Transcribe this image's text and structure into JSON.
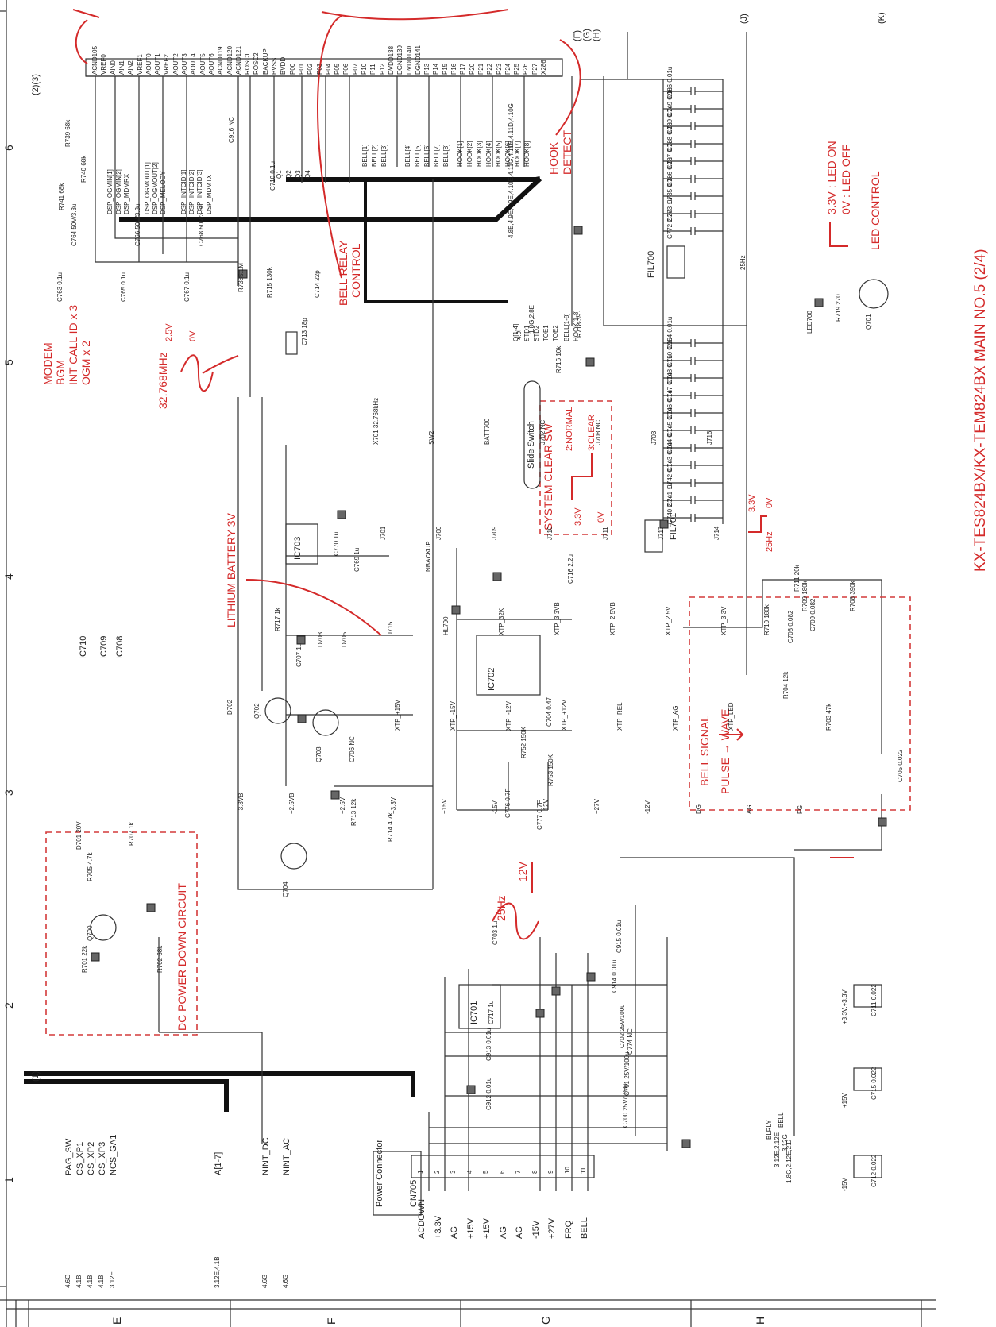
{
  "title": "KX-TES824BX/KX-TEM824BX MAIN NO.5 (2/4)",
  "grid": {
    "columns": [
      "1",
      "2",
      "3",
      "4",
      "5",
      "6"
    ],
    "rows": [
      "E",
      "F",
      "G",
      "H"
    ],
    "connectors": [
      "(1)",
      "(2)(3)",
      "(F)",
      "(G)",
      "(H)",
      "(J)",
      "(K)"
    ]
  },
  "annotations": {
    "modem": [
      "MODEM",
      "BGM",
      "INT CALL ID x 3",
      "OGM x 2"
    ],
    "bell_relay": [
      "BELL RELAY",
      "CONTROL"
    ],
    "hook_detect": [
      "HOOK",
      "DETECT"
    ],
    "crystal_freq": "32.768MHz",
    "crystal_levels": [
      "2.5V",
      "0V"
    ],
    "lithium": "LITHIUM BATTERY 3V",
    "system_clear": "SYSTEM CLEAR SW",
    "system_clear_levels": [
      "3.3V",
      "0V"
    ],
    "system_clear_modes": [
      "2:NORMAL",
      "3:CLEAR"
    ],
    "slide_switch": "Slide Switch",
    "led_on": "3.3V : LED ON",
    "led_off": "0V : LED OFF",
    "led_control": "LED CONTROL",
    "hz_levels": [
      "3.3V",
      "0V",
      "25Hz"
    ],
    "bell_signal": "BELL SIGNAL",
    "pulse_wave": "PULSE → WAVE",
    "dc_power_down": "DC POWER DOWN CIRCUIT",
    "ring_25hz": "25Hz",
    "ring_12v": "12V",
    "power_connector": "Power Connector"
  },
  "left_signals": {
    "names": [
      "PAG_SW",
      "CS_XP1",
      "CS_XP2",
      "CS_XP3",
      "NCS_GA1",
      "A[1-7]",
      "NINT_DC",
      "NINT_AC"
    ],
    "refs": [
      "4.6G",
      "4.1B",
      "4.1B",
      "4.1B",
      "3.12E",
      "3.12E,4.1B",
      "4.6G",
      "4.6G"
    ]
  },
  "connector_cn705": {
    "name": "CN705",
    "pins": [
      "ACDOWN",
      "+3.3V",
      "AG",
      "+15V",
      "+15V",
      "AG",
      "AG",
      "-15V",
      "+27V",
      "FRQ",
      "BELL"
    ],
    "numbers": [
      "1",
      "2",
      "3",
      "4",
      "5",
      "6",
      "7",
      "8",
      "9",
      "10",
      "11"
    ]
  },
  "ic_pins_top": [
    "ACND105",
    "VREF0",
    "AIN0",
    "AIN1",
    "AIN2",
    "VREF1",
    "AOUT0",
    "AOUT1",
    "VREF2",
    "AOUT2",
    "AOUT3",
    "AOUT4",
    "AOUT5",
    "AOUT6",
    "ACND119",
    "ACND120",
    "ACND121",
    "ROSC1",
    "ROSC2",
    "BACKUP",
    "BVSS",
    "BVDD",
    "P00",
    "P01",
    "P02",
    "P03",
    "P04",
    "P05",
    "P06",
    "P07",
    "P10",
    "P11",
    "P12",
    "DVDD138",
    "DGND139",
    "DVDD140",
    "DGND141",
    "P13",
    "P14",
    "P15",
    "P16",
    "P17",
    "P20",
    "P21",
    "P22",
    "P23",
    "P24",
    "P25",
    "P26",
    "P27",
    "X286"
  ],
  "dsp_signals": [
    "DSP_OGMIN[1]",
    "DSP_OGMIN[2]",
    "DSP_MDMRX",
    "DSP_OGMOUT[1]",
    "DSP_OGMOUT[2]",
    "DSP_MELODY",
    "DSP_INTCID[1]",
    "DSP_INTCID[2]",
    "DSP_INTCID[3]",
    "DSP_MDMTX"
  ],
  "bus_signals": [
    "Q[1-4]",
    "STD1",
    "STD2",
    "TOE1",
    "TOE2",
    "BELL[1-8]",
    "HOOK[1-8]",
    "Q1",
    "Q2",
    "Q3",
    "Q4",
    "BELL[1]",
    "BELL[2]",
    "BELL[3]",
    "BELL[4]",
    "BELL[5]",
    "BELL[6]",
    "BELL[7]",
    "BELL[8]",
    "HOOK[1]",
    "HOOK[2]",
    "HOOK[3]",
    "HOOK[4]",
    "HOOK[5]",
    "HOOK[6]",
    "HOOK[7]",
    "HOOK[8]",
    "NBACKUP",
    "25Hz"
  ],
  "components": {
    "resistors": [
      "R739 68k",
      "R740 68k",
      "R741 68k",
      "R715 130k",
      "R7385.1M",
      "R716 10k",
      "R718 39",
      "R719 270",
      "R709 180k",
      "R710 180k",
      "R711 20k",
      "R708 390k",
      "R704 12k",
      "R703 47k",
      "R717 1k",
      "R713 12k",
      "R714 4.7k",
      "R752 150K",
      "R753 150K",
      "R701 22k",
      "R702 68k",
      "R705 4.7k",
      "R707 1k"
    ],
    "capacitors": [
      "C764 50V/3.3u",
      "C763 0.1u",
      "C766 50V/3.3u",
      "C765 0.1u",
      "C768 50V/3.3u",
      "C767 0.1u",
      "C714 22p",
      "C713 18p",
      "C916 NC",
      "C710 0.1u",
      "C986 0.01u",
      "C749 0.1u",
      "C739 0.1u",
      "C738 0.1u",
      "C737 0.1u",
      "C736 0.1u",
      "C735 0.1u",
      "C773 1u",
      "C772 2.2u",
      "C954 0.01u",
      "C750 0.1u",
      "C748 0.1u",
      "C747 0.1u",
      "C746 0.1u",
      "C745 0.1u",
      "C744 0.1u",
      "C743 0.1u",
      "C742 0.1u",
      "C741 1u",
      "C740 2.2u",
      "C770 1u",
      "C769 1u",
      "C707 1u",
      "C706 NC",
      "C716 2.2u",
      "C704 0.47",
      "C709 0.082",
      "C708 0.082",
      "C705 0.022",
      "C776 0.7F",
      "C777 0.7F",
      "C703 1u",
      "C717 1u",
      "C913 0.01u",
      "C912 0.01u",
      "C915 0.01u",
      "C914 0.01u",
      "C702 25V/100u",
      "C774 NC",
      "C701 25V/100u",
      "C700 25V/100u",
      "C711 0.022",
      "C715 0.022",
      "C712 0.022"
    ],
    "ics": [
      "IC703",
      "IC702",
      "IC701",
      "IC710",
      "IC709",
      "IC708",
      "FIL701",
      "FIL700"
    ],
    "transistors": [
      "Q701",
      "Q702",
      "Q703",
      "Q704",
      "Q700"
    ],
    "diodes": [
      "D702",
      "D703",
      "D705",
      "D701 20V",
      "LED700"
    ],
    "misc": [
      "X701 32.768kHz",
      "SW2",
      "BATT700",
      "J702 NC",
      "J708 NC",
      "J703",
      "J716",
      "J701",
      "J700",
      "J709",
      "J710",
      "J711",
      "J717",
      "J714",
      "J715",
      "HL700",
      "XTP_32K",
      "XTP_3.3VB",
      "XTP_2.5VB",
      "XTP_2.5V",
      "XTP_3.3V",
      "XTP_+15V",
      "XTP_-15V",
      "XTP_-12V",
      "XTP_+12V",
      "XTP_REL",
      "XTP_AG",
      "XTP_LED"
    ],
    "rails": [
      "+3.3VB",
      "+2.5VB",
      "+2.5V",
      "+3.3V",
      "+15V",
      "-15V",
      "+12V",
      "+27V",
      "-12V",
      "DG",
      "AG",
      "FG"
    ],
    "power_notes": [
      "+3.3V,+3.3V",
      "+15V",
      "-15V"
    ]
  },
  "refs_misc": [
    "4.8E,4.9E,4.9E,4.10E,4.11G,4.11E,4.11D,4.10G",
    "4.9I",
    "1.8G,2.8E",
    "3.12G",
    "3.12E,2.12E",
    "1.8G,2.12E,2.D",
    "BLRLY",
    "BELL"
  ]
}
